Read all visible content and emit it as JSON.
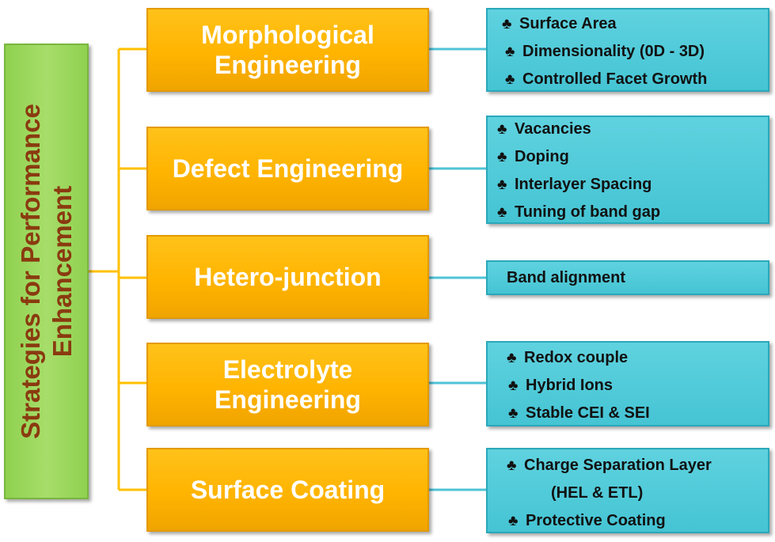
{
  "root": {
    "lines": [
      "Strategies for Performance",
      "Enhancement"
    ]
  },
  "strategies": [
    {
      "lines": [
        "Morphological",
        "Engineering"
      ],
      "details": [
        "Surface Area",
        "Dimensionality (0D - 3D)",
        "Controlled Facet Growth"
      ]
    },
    {
      "lines": [
        "Defect Engineering"
      ],
      "details": [
        "Vacancies",
        "Doping",
        "Interlayer Spacing",
        "Tuning of band gap"
      ]
    },
    {
      "lines": [
        "Hetero-junction"
      ],
      "details": [
        "Band alignment"
      ]
    },
    {
      "lines": [
        "Electrolyte",
        "Engineering"
      ],
      "details": [
        "Redox couple",
        "Hybrid Ions",
        "Stable CEI & SEI"
      ]
    },
    {
      "lines": [
        "Surface Coating"
      ],
      "details": [
        "Charge Separation Layer",
        "(HEL & ETL)",
        "Protective Coating"
      ]
    }
  ],
  "bullet_symbol": "♣",
  "colors": {
    "root": "#9bd85c",
    "root_text": "#8a3a10",
    "strategy": "#ffb400",
    "strategy_text": "#ffffff",
    "detail": "#4fcadb",
    "connector_left": "#ffc000",
    "connector_right": "#4fc3d6"
  }
}
